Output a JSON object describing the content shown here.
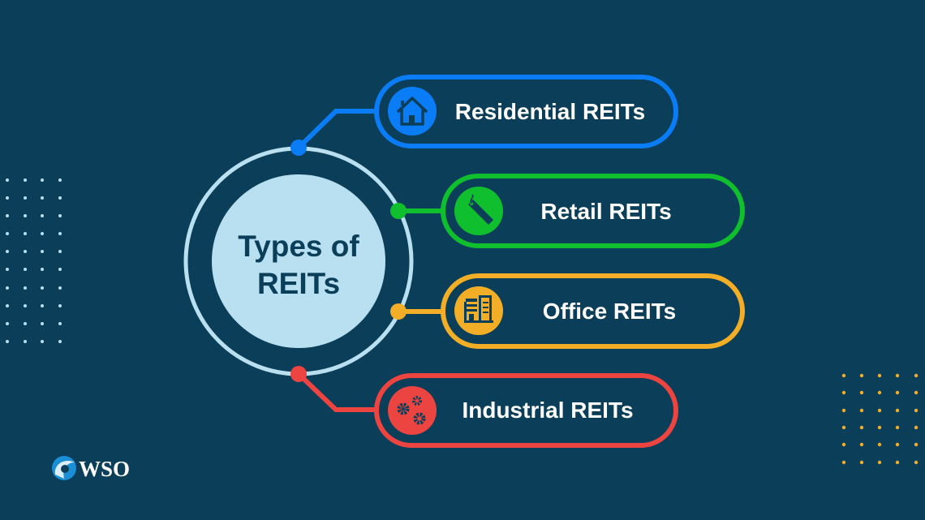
{
  "title": {
    "line1": "Types of",
    "line2": "REITs"
  },
  "items": [
    {
      "label": "Residential REITs",
      "icon": "house-icon",
      "color": "#0a7cf5"
    },
    {
      "label": "Retail REITs",
      "icon": "price-tag-icon",
      "color": "#0fbf2e"
    },
    {
      "label": "Office REITs",
      "icon": "office-building-icon",
      "color": "#f2ae26"
    },
    {
      "label": "Industrial REITs",
      "icon": "gears-icon",
      "color": "#ec4440"
    }
  ],
  "logo": {
    "text": "WSO"
  },
  "colors": {
    "background": "#0b3e58",
    "ring": "#b8e0f0",
    "center_fill": "#b8e0f0"
  }
}
